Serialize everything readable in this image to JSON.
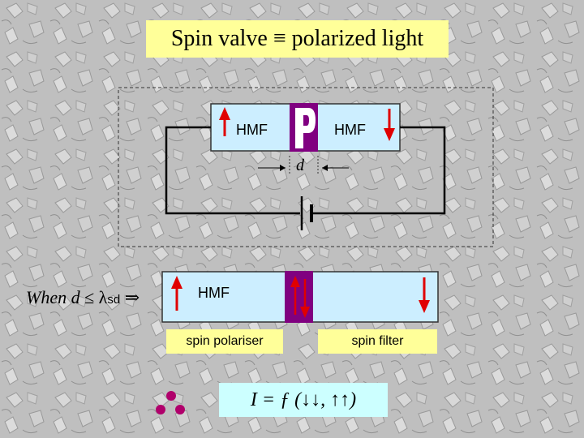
{
  "title": "Spin valve ≡ polarized light",
  "top_device": {
    "left_label": "HMF",
    "right_label": "HMF",
    "spacer_letter": "P",
    "gap_label": "d"
  },
  "condition": {
    "prefix": "When ",
    "var": "d",
    "rel": " ≤ ",
    "lambda": "λ",
    "sub": "sd",
    "implies": " ⇒"
  },
  "bottom_device": {
    "label": "HMF"
  },
  "captions": {
    "polariser": "spin polariser",
    "filter": "spin filter"
  },
  "equation": "I = ƒ (↓↓, ↑↑)",
  "colors": {
    "hmf_fill": "#cceeff",
    "spacer": "#800080",
    "arrow": "#e00000",
    "title_bg": "#ffff99",
    "eq_bg": "#ccffff"
  },
  "icons": [
    "background-tile-pattern",
    "spin-up-arrow",
    "spin-down-arrow",
    "battery-symbol",
    "dots-logo"
  ]
}
